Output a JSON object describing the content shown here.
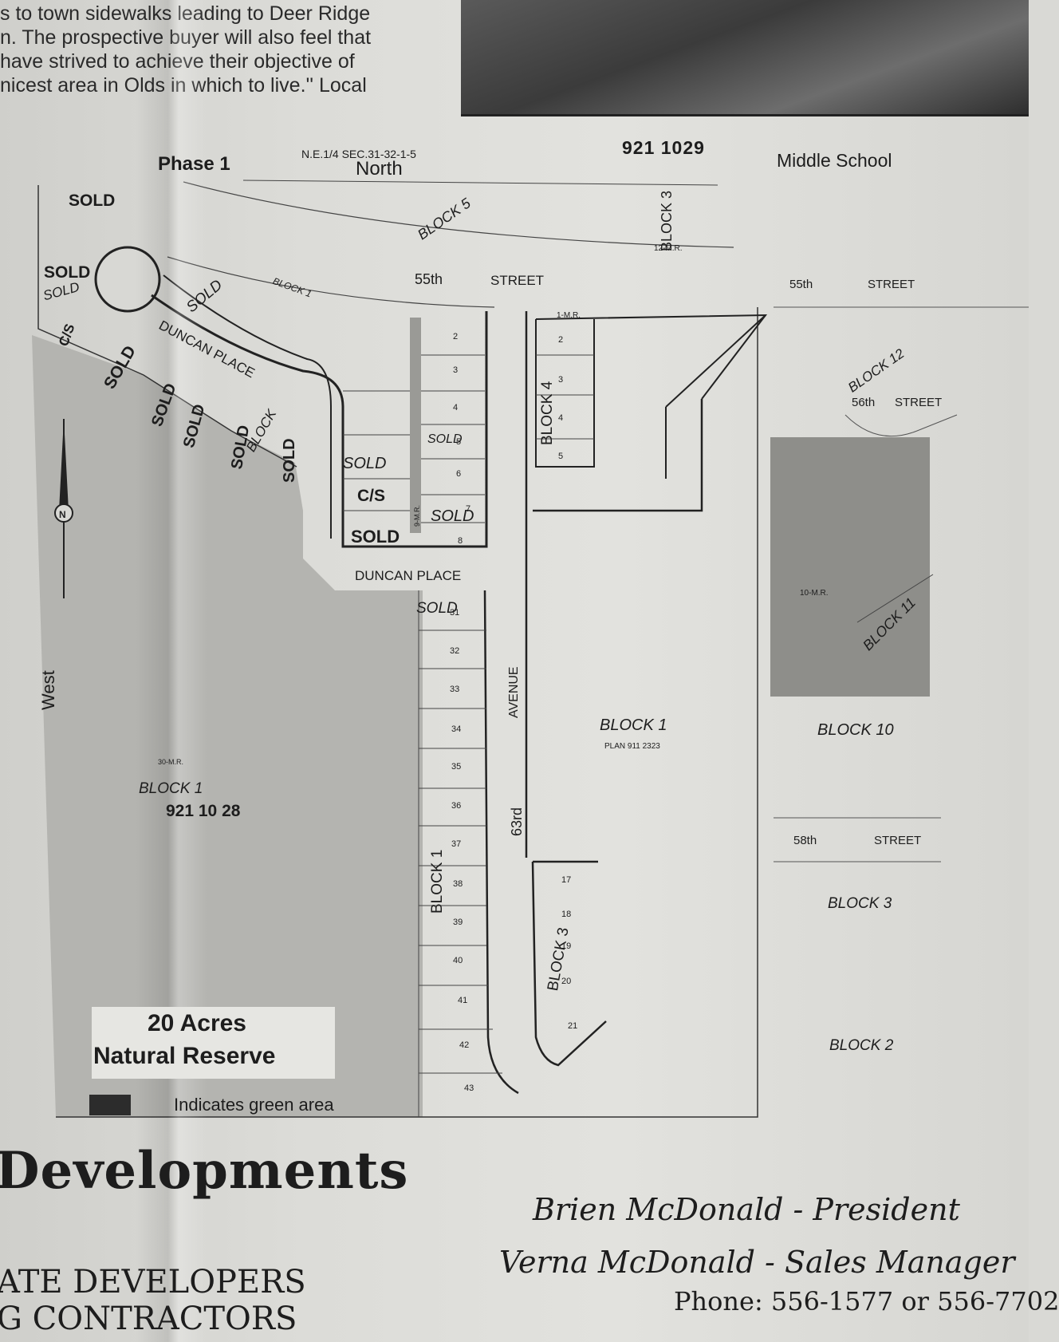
{
  "intro_lines": [
    "s to town sidewalks leading to Deer Ridge",
    "n. The prospective buyer will also feel that",
    "have strived to achieve their objective of",
    "nicest area in Olds in which to live.'' Local"
  ],
  "map": {
    "header_plan": "921 1029",
    "phase": "Phase 1",
    "legal": "N.E.1/4 SEC.31-32-1-5",
    "north_label": "North",
    "west_label": "West",
    "middle_school": "Middle School",
    "streets": {
      "s55_a": "55th",
      "s55_b": "STREET",
      "s55_right_a": "55th",
      "s55_right_b": "STREET",
      "s56_a": "56th",
      "s56_b": "STREET",
      "s58_a": "58th",
      "s58_b": "STREET",
      "duncan_top": "DUNCAN PLACE",
      "duncan_bottom": "DUNCAN PLACE",
      "avenue_a": "63rd",
      "avenue_b": "AVENUE"
    },
    "blocks": {
      "block5": "BLOCK 5",
      "block3_top": "BLOCK 3",
      "block4": "BLOCK 4",
      "block1_center": "BLOCK 1",
      "block1_center_plan": "PLAN 911 2323",
      "block1_west": "BLOCK 1",
      "block1_west_plan": "921 10 28",
      "block1_strip": "BLOCK 1",
      "block3_bottom": "BLOCK 3",
      "block10": "BLOCK 10",
      "block11": "BLOCK 11",
      "block3_right": "BLOCK 3",
      "block2": "BLOCK 2",
      "block12": "BLOCK 12",
      "block1_curve": "BLOCK 1",
      "block_29": "BLOCK"
    },
    "marks": {
      "sold": "SOLD",
      "sold_hand": "SOLD",
      "cs": "C/S"
    },
    "lot_numbers_strip": [
      "31",
      "32",
      "33",
      "34",
      "35",
      "36",
      "37",
      "38",
      "39",
      "40",
      "41",
      "42",
      "43"
    ],
    "lot_numbers_east": [
      "2",
      "3",
      "4",
      "5",
      "6",
      "7",
      "8"
    ],
    "lot_numbers_block4": [
      "2",
      "3",
      "4",
      "5"
    ],
    "lot_numbers_block3_bottom": [
      "17",
      "18",
      "19",
      "20",
      "21"
    ],
    "misc": {
      "mr_1": "1-M.R.",
      "mr_12": "12-M.R.",
      "mr_10": "10-M.R.",
      "mr_9": "9-M.R.",
      "mr_30": "30-M.R."
    }
  },
  "legend": {
    "reserve_line1": "20 Acres",
    "reserve_line2": "Natural Reserve",
    "green_note": "Indicates green area"
  },
  "footer": {
    "company": "Developments",
    "line1": "ATE DEVELOPERS",
    "line2": "G CONTRACTORS",
    "president": "Brien McDonald - President",
    "sales": "Verna McDonald - Sales Manager",
    "phone": "Phone: 556-1577 or 556-7702"
  }
}
